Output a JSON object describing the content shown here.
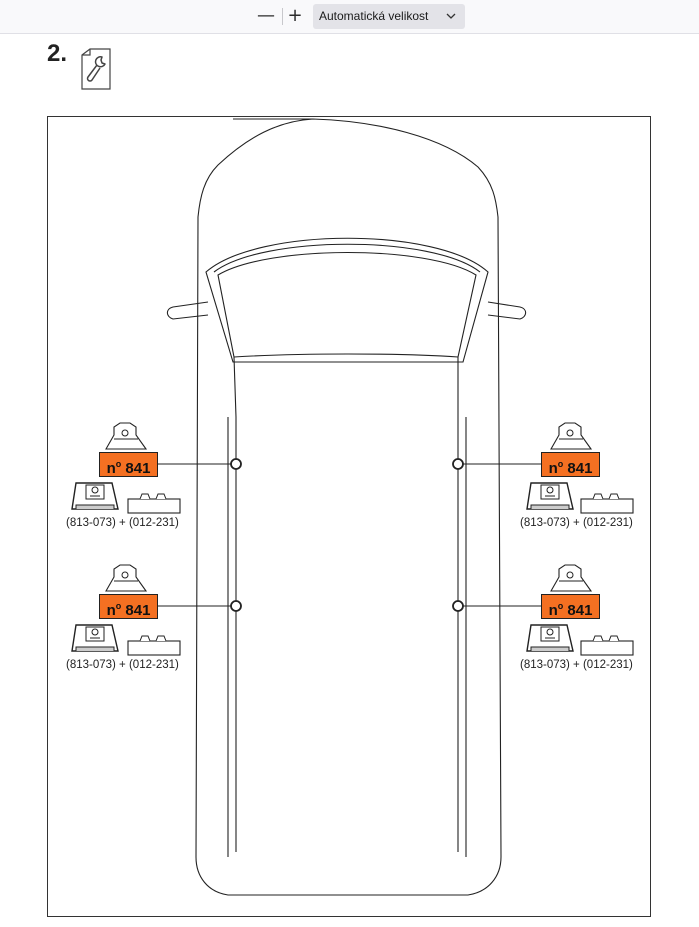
{
  "toolbar": {
    "zoom_out": "—",
    "zoom_in": "+",
    "zoom_value": "Automatická velikost"
  },
  "step": {
    "number": "2."
  },
  "mounts": [
    {
      "position": "front-left",
      "kit_prefix": "n",
      "kit_degree": "o",
      "kit_number": "841",
      "parts": "(813-073) + (012-231)"
    },
    {
      "position": "front-right",
      "kit_prefix": "n",
      "kit_degree": "o",
      "kit_number": "841",
      "parts": "(813-073) + (012-231)"
    },
    {
      "position": "rear-left",
      "kit_prefix": "n",
      "kit_degree": "o",
      "kit_number": "841",
      "parts": "(813-073) + (012-231)"
    },
    {
      "position": "rear-right",
      "kit_prefix": "n",
      "kit_degree": "o",
      "kit_number": "841",
      "parts": "(813-073) + (012-231)"
    }
  ],
  "colors": {
    "label_fill": "#f47022",
    "stroke": "#222222"
  },
  "icons": {
    "step_icon": "wrench-document-icon",
    "zoom_dropdown": "chevron-down-icon"
  }
}
